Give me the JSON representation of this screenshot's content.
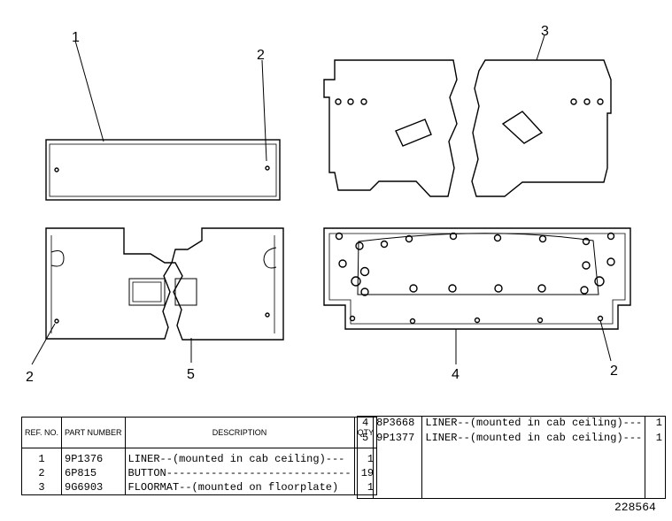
{
  "callouts": {
    "c1": "1",
    "c2a": "2",
    "c3": "3",
    "c2b": "2",
    "c5": "5",
    "c4": "4",
    "c2c": "2"
  },
  "parts_table_left": {
    "headers": {
      "ref_no": "REF. NO.",
      "part_number": "PART NUMBER",
      "description": "DESCRIPTION",
      "qty": "QTY"
    },
    "rows": [
      {
        "ref": "1",
        "part": "9P1376",
        "description": "LINER--(mounted in cab ceiling)---",
        "qty": "1"
      },
      {
        "ref": "2",
        "part": "6P815",
        "description": "BUTTON-----------------------------",
        "qty": "19"
      },
      {
        "ref": "3",
        "part": "9G6903",
        "description": "FLOORMAT--(mounted on floorplate)",
        "qty": "1"
      }
    ]
  },
  "parts_table_right": {
    "rows": [
      {
        "ref": "4",
        "part": "8P3668",
        "description": "LINER--(mounted in cab ceiling)---",
        "qty": "1"
      },
      {
        "ref": "5",
        "part": "9P1377",
        "description": "LINER--(mounted in cab ceiling)---",
        "qty": "1"
      }
    ]
  },
  "drawing_number": "228564"
}
